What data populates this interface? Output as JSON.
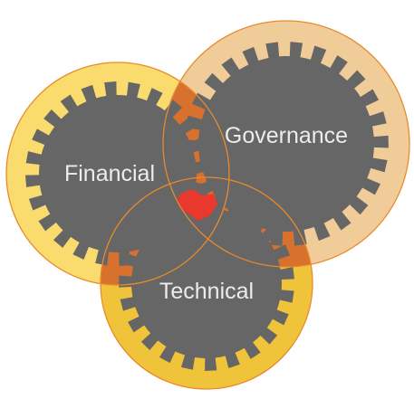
{
  "diagram": {
    "labels": {
      "governance": "Governance",
      "financial": "Financial",
      "technical": "Technical"
    },
    "colors": {
      "gear_fill": "#666666",
      "financial_ring": "#F9DC6D",
      "governance_ring": "#F0CC98",
      "technical_ring": "#F0C43A",
      "ring_outline": "#E98A2C",
      "pair_overlap": "#D8702E",
      "center_overlap": "#E8392C",
      "label_text": "#FFFFFF"
    }
  }
}
